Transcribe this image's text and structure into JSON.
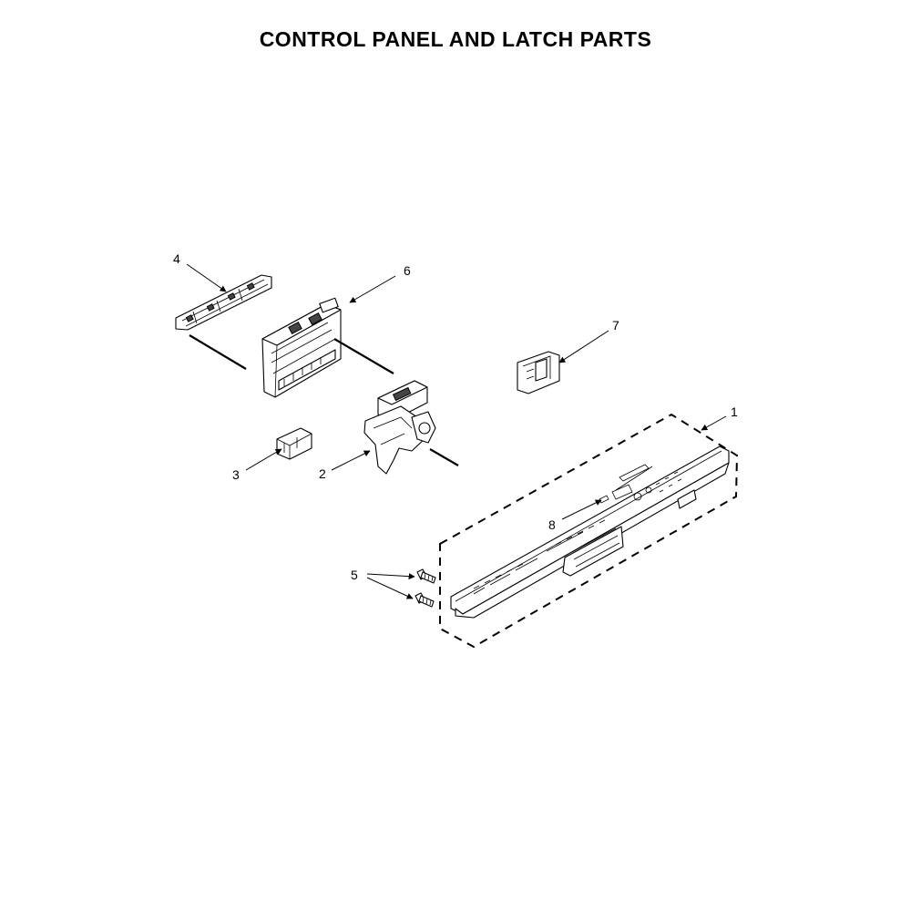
{
  "title": "CONTROL PANEL AND LATCH PARTS",
  "callouts": {
    "c1": "1",
    "c2": "2",
    "c3": "3",
    "c4": "4",
    "c5": "5",
    "c6": "6",
    "c7": "7",
    "c8": "8"
  }
}
